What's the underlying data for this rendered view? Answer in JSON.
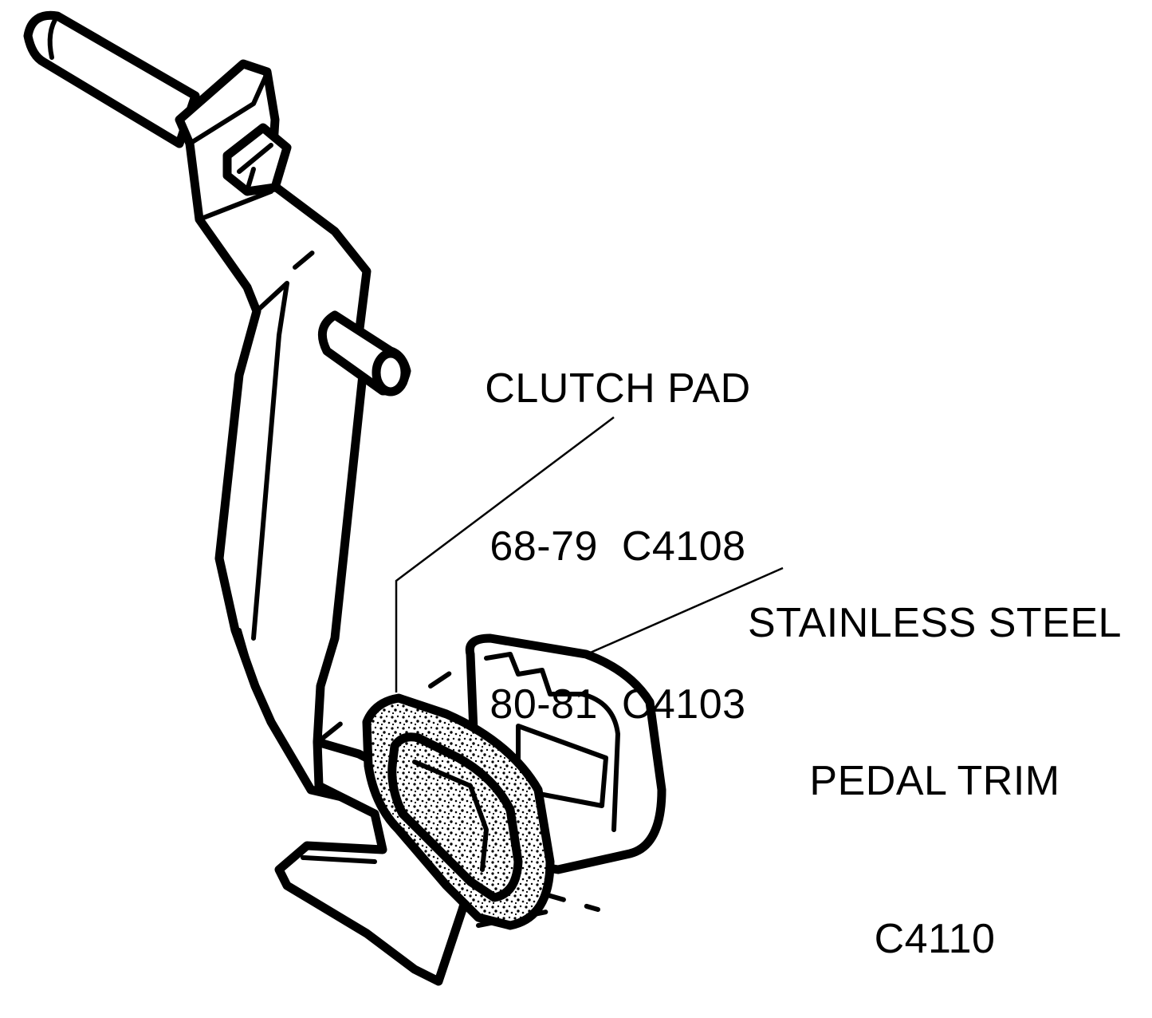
{
  "clutch_pad": {
    "title": "CLUTCH PAD",
    "rows": [
      {
        "years": "68-79",
        "part": "C4108"
      },
      {
        "years": "80-81",
        "part": "C4103"
      }
    ]
  },
  "pedal_trim": {
    "line1": "STAINLESS STEEL",
    "line2": "PEDAL TRIM",
    "part": "C4110"
  }
}
